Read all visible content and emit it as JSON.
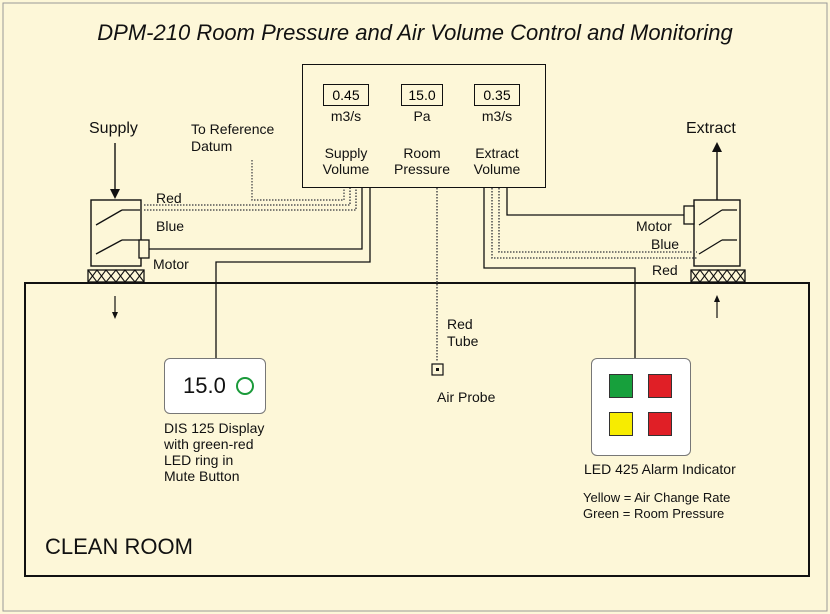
{
  "title": "DPM-210 Room Pressure and  Air Volume Control and Monitoring",
  "controller": {
    "supply_value": "0.45",
    "supply_unit": "m3/s",
    "supply_label_1": "Supply",
    "supply_label_2": "Volume",
    "pressure_value": "15.0",
    "pressure_unit": "Pa",
    "pressure_label_1": "Room",
    "pressure_label_2": "Pressure",
    "extract_value": "0.35",
    "extract_unit": "m3/s",
    "extract_label_1": "Extract",
    "extract_label_2": "Volume"
  },
  "supply": {
    "label": "Supply",
    "reference_1": "To Reference",
    "reference_2": "Datum",
    "red": "Red",
    "blue": "Blue",
    "motor": "Motor"
  },
  "extract": {
    "label": "Extract",
    "motor": "Motor",
    "blue": "Blue",
    "red": "Red"
  },
  "room": {
    "name": "CLEAN ROOM",
    "tube_1": "Red",
    "tube_2": "Tube",
    "probe": "Air Probe"
  },
  "display": {
    "value": "15.0",
    "caption_1": "DIS 125 Display",
    "caption_2": "with green-red",
    "caption_3": "LED ring in",
    "caption_4": "Mute Button",
    "ring_color": "#1a9a3a"
  },
  "alarm": {
    "caption": "LED 425 Alarm Indicator",
    "legend_1": "Yellow = Air Change Rate",
    "legend_2": "Green = Room Pressure",
    "colors": {
      "green": "#17a03c",
      "red": "#e01f26",
      "yellow": "#f7ec00"
    }
  }
}
